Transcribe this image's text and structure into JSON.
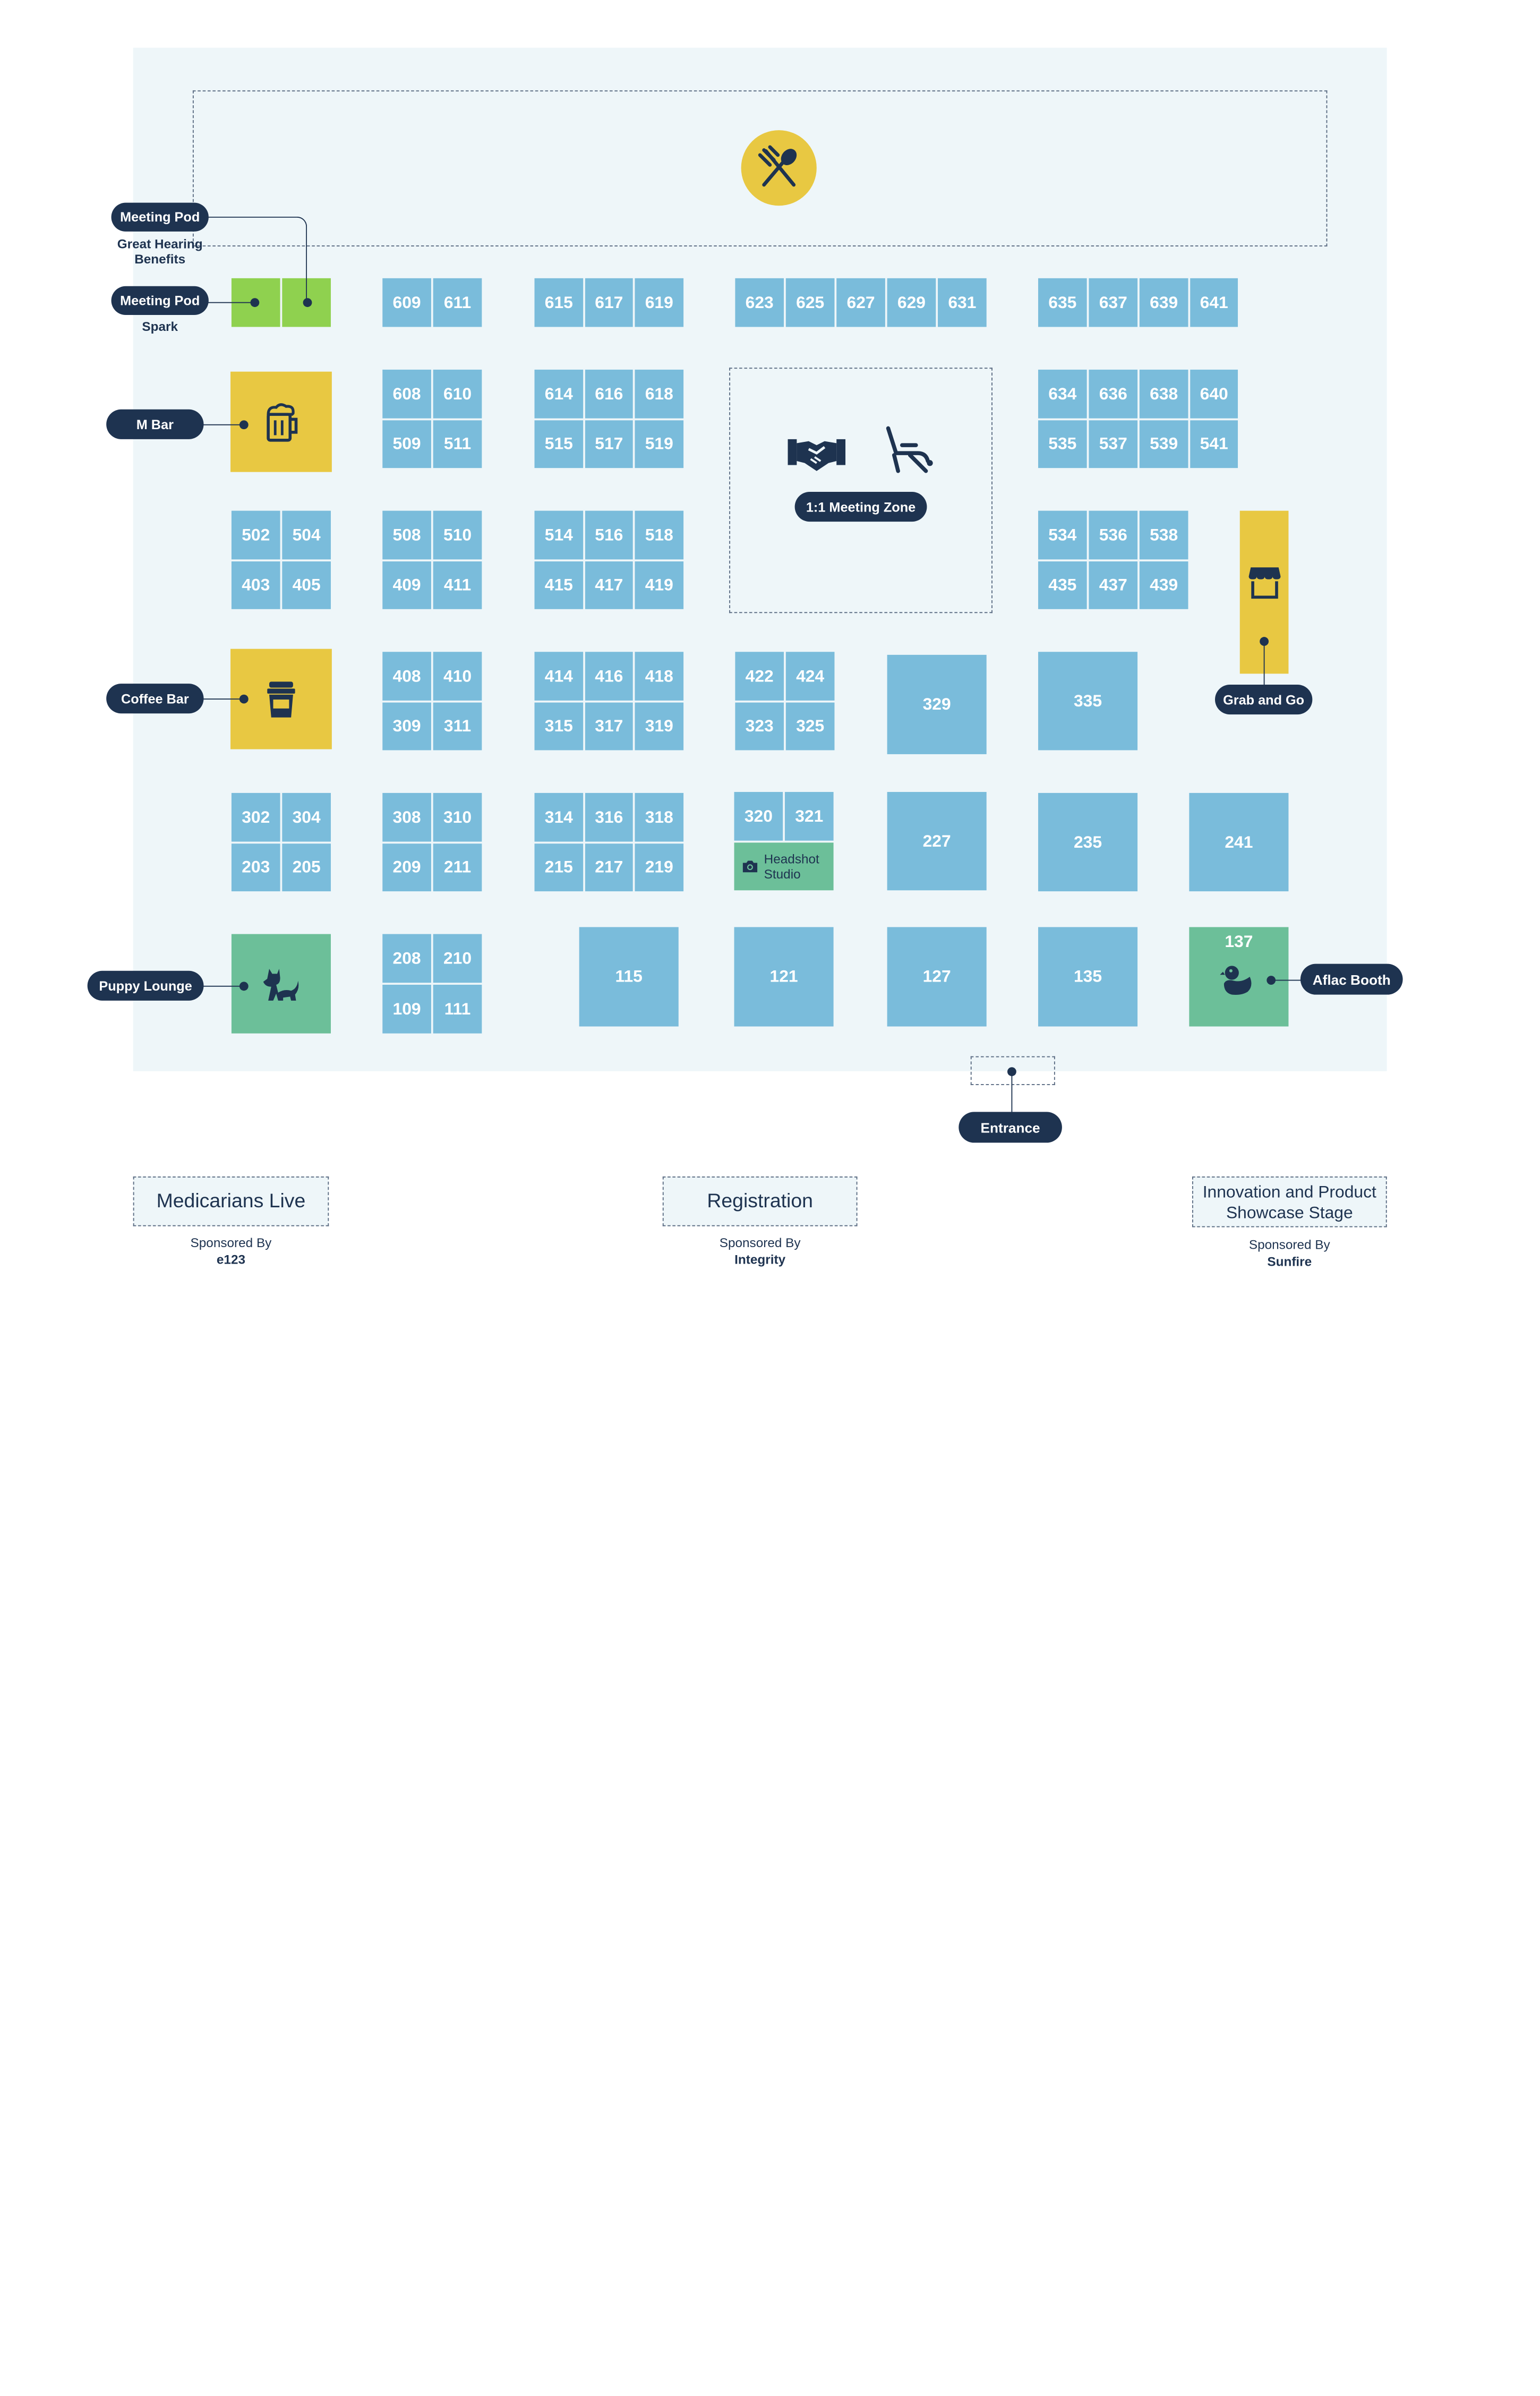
{
  "labels": {
    "meeting_pod_1": "Meeting Pod",
    "meeting_pod_1_sub": "Great Hearing Benefits",
    "meeting_pod_2": "Meeting Pod",
    "meeting_pod_2_sub": "Spark",
    "m_bar": "M Bar",
    "coffee_bar": "Coffee Bar",
    "puppy_lounge": "Puppy Lounge",
    "meeting_zone": "1:1 Meeting Zone",
    "grab_and_go": "Grab and Go",
    "aflac_booth": "Aflac Booth",
    "entrance": "Entrance",
    "headshot_studio": "Headshot Studio"
  },
  "booths": {
    "b609": "609",
    "b611": "611",
    "b615": "615",
    "b617": "617",
    "b619": "619",
    "b623": "623",
    "b625": "625",
    "b627": "627",
    "b629": "629",
    "b631": "631",
    "b635": "635",
    "b637": "637",
    "b639": "639",
    "b641": "641",
    "b608": "608",
    "b610": "610",
    "b509": "509",
    "b511": "511",
    "b614": "614",
    "b616": "616",
    "b618": "618",
    "b515": "515",
    "b517": "517",
    "b519": "519",
    "b634": "634",
    "b636": "636",
    "b638": "638",
    "b640": "640",
    "b535": "535",
    "b537": "537",
    "b539": "539",
    "b541": "541",
    "b502": "502",
    "b504": "504",
    "b403": "403",
    "b405": "405",
    "b508": "508",
    "b510": "510",
    "b409": "409",
    "b411": "411",
    "b514": "514",
    "b516": "516",
    "b518": "518",
    "b415": "415",
    "b417": "417",
    "b419": "419",
    "b534": "534",
    "b536": "536",
    "b538": "538",
    "b435": "435",
    "b437": "437",
    "b439": "439",
    "b408": "408",
    "b410": "410",
    "b309": "309",
    "b311": "311",
    "b414": "414",
    "b416": "416",
    "b418": "418",
    "b315": "315",
    "b317": "317",
    "b319": "319",
    "b422": "422",
    "b424": "424",
    "b323": "323",
    "b325": "325",
    "b329": "329",
    "b335": "335",
    "b302": "302",
    "b304": "304",
    "b203": "203",
    "b205": "205",
    "b308": "308",
    "b310": "310",
    "b209": "209",
    "b211": "211",
    "b314": "314",
    "b316": "316",
    "b318": "318",
    "b215": "215",
    "b217": "217",
    "b219": "219",
    "b320": "320",
    "b321": "321",
    "b227": "227",
    "b235": "235",
    "b241": "241",
    "b208": "208",
    "b210": "210",
    "b109": "109",
    "b111": "111",
    "b115": "115",
    "b121": "121",
    "b127": "127",
    "b135": "135",
    "b137": "137"
  },
  "stages": {
    "medicarians": {
      "title": "Medicarians Live",
      "sponsored_by": "Sponsored By",
      "sponsor": "e123"
    },
    "registration": {
      "title": "Registration",
      "sponsored_by": "Sponsored By",
      "sponsor": "Integrity"
    },
    "innovation": {
      "title": "Innovation and Product Showcase Stage",
      "sponsored_by": "Sponsored By",
      "sponsor": "Sunfire"
    }
  },
  "icons": {
    "dining": "fork-spoon-icon",
    "bar": "beer-mug-icon",
    "coffee": "coffee-cup-icon",
    "puppy": "dog-icon",
    "handshake": "handshake-icon",
    "chair": "lounge-chair-icon",
    "shop": "storefront-icon",
    "camera": "camera-icon",
    "duck": "duck-icon"
  },
  "colors": {
    "booth": "#7abcdb",
    "floor": "#eef6f9",
    "amenity_yellow": "#e8c842",
    "amenity_green": "#8fd14f",
    "amenity_teal": "#6cbf99",
    "label_dark": "#1e3350"
  }
}
